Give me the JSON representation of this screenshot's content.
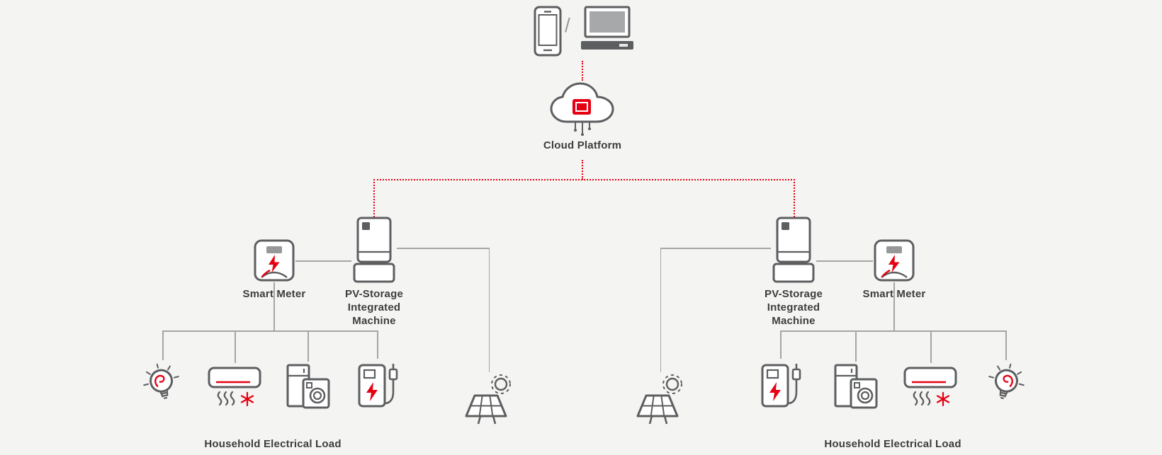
{
  "colors": {
    "background": "#f4f4f2",
    "icon_gray": "#5d5e60",
    "connector_gray": "#a5a5a5",
    "accent_red": "#e60012",
    "label_text": "#3d3d3d"
  },
  "top": {
    "separator": "/"
  },
  "cloud": {
    "label": "Cloud Platform"
  },
  "left_system": {
    "smart_meter_label": "Smart Meter",
    "machine_label": "PV-Storage\nIntegrated\nMachine",
    "load_label": "Household Electrical Load"
  },
  "right_system": {
    "smart_meter_label": "Smart Meter",
    "machine_label": "PV-Storage\nIntegrated\nMachine",
    "load_label": "Household Electrical Load"
  },
  "icons": {
    "smartphone-icon": "outlined phone shape",
    "desktop-computer-icon": "monitor with dark base",
    "cloud-chip-icon": "cloud outline with red chip and pins",
    "smart-meter-icon": "rounded meter with red lightning bolt and gauge arc",
    "pv-storage-machine-icon": "inverter cabinet on battery base",
    "solar-panel-sun-icon": "tilted PV panel grid with dashed sun",
    "light-bulb-icon": "bulb with rays and red filament",
    "air-conditioner-icon": "AC unit with red line, airflow waves and red snowflake",
    "fridge-washer-icon": "refrigerator behind washing machine",
    "ev-charger-icon": "charging pillar with red bolt and plug cable"
  }
}
